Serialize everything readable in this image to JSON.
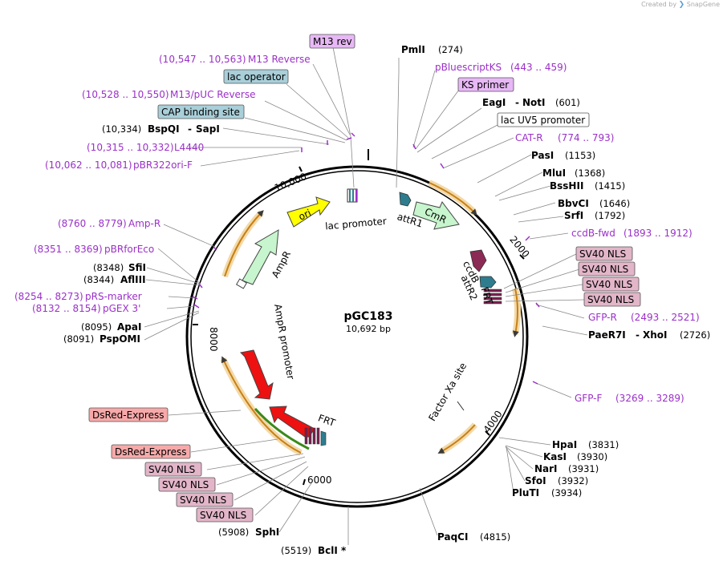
{
  "credit": {
    "prefix": "Created by",
    "brand": "SnapGene"
  },
  "title": "pGC183",
  "length": "10,692 bp",
  "colors": {
    "primer": "#9b30c8",
    "boxed_blue": "#a9cfd9",
    "boxed_purple": "#e7b8f5",
    "boxed_pink": "#e2b5c8",
    "boxed_red": "#f7a9a9",
    "boxed_white": "#ffffff",
    "ori": "#ffff00",
    "resistance": "#c7f5cd",
    "dsred": "#ee1111",
    "ccdb": "#8b2a55",
    "att": "#2d7d8f",
    "frt": "#7a2050",
    "nls": "#e8a33a",
    "green_line": "#3a8a1a"
  },
  "ticks": [
    "2000",
    "4000",
    "6000",
    "8000",
    "10,000"
  ],
  "enzymes": [
    {
      "name": "PmlI",
      "pos": "(274)"
    },
    {
      "name": "EagI",
      "name2": "NotI",
      "pos": "(601)"
    },
    {
      "name": "PasI",
      "pos": "(1153)"
    },
    {
      "name": "MluI",
      "pos": "(1368)"
    },
    {
      "name": "BssHII",
      "pos": "(1415)"
    },
    {
      "name": "BbvCI",
      "pos": "(1646)"
    },
    {
      "name": "SrfI",
      "pos": "(1792)"
    },
    {
      "name": "PaeR7I",
      "name2": "XhoI",
      "pos": "(2726)"
    },
    {
      "name": "HpaI",
      "pos": "(3831)"
    },
    {
      "name": "KasI",
      "pos": "(3930)"
    },
    {
      "name": "NarI",
      "pos": "(3931)"
    },
    {
      "name": "SfoI",
      "pos": "(3932)"
    },
    {
      "name": "PluTI",
      "pos": "(3934)"
    },
    {
      "name": "PaqCI",
      "pos": "(4815)"
    },
    {
      "name": "BclI *",
      "pos": "(5519)"
    },
    {
      "name": "SphI",
      "pos": "(5908)"
    },
    {
      "name": "PspOMI",
      "pos": "(8091)"
    },
    {
      "name": "ApaI",
      "pos": "(8095)"
    },
    {
      "name": "AflIII",
      "pos": "(8344)"
    },
    {
      "name": "SfiI",
      "pos": "(8348)"
    },
    {
      "name": "BspQI",
      "name2": "SapI",
      "pos": "(10,334)"
    }
  ],
  "primers": [
    {
      "name": "pBluescriptKS",
      "pos": "(443 .. 459)"
    },
    {
      "name": "CAT-R",
      "pos": "(774 .. 793)"
    },
    {
      "name": "ccdB-fwd",
      "pos": "(1893 .. 1912)"
    },
    {
      "name": "GFP-R",
      "pos": "(2493 .. 2521)"
    },
    {
      "name": "GFP-F",
      "pos": "(3269 .. 3289)"
    },
    {
      "name": "pGEX 3'",
      "pos": "(8132 .. 8154)"
    },
    {
      "name": "pRS-marker",
      "pos": "(8254 .. 8273)"
    },
    {
      "name": "pBRforEco",
      "pos": "(8351 .. 8369)"
    },
    {
      "name": "Amp-R",
      "pos": "(8760 .. 8779)"
    },
    {
      "name": "pBR322ori-F",
      "pos": "(10,062 .. 10,081)"
    },
    {
      "name": "L4440",
      "pos": "(10,315 .. 10,332)"
    },
    {
      "name": "M13/pUC Reverse",
      "pos": "(10,528 .. 10,550)"
    },
    {
      "name": "M13 Reverse",
      "pos": "(10,547 .. 10,563)"
    }
  ],
  "boxed": [
    {
      "name": "M13 rev"
    },
    {
      "name": "KS primer"
    },
    {
      "name": "lac UV5 promoter"
    },
    {
      "name": "lac operator"
    },
    {
      "name": "CAP binding site"
    },
    {
      "name": "SV40 NLS"
    },
    {
      "name": "SV40 NLS"
    },
    {
      "name": "SV40 NLS"
    },
    {
      "name": "SV40 NLS"
    },
    {
      "name": "DsRed-Express"
    },
    {
      "name": "DsRed-Express"
    },
    {
      "name": "SV40 NLS"
    },
    {
      "name": "SV40 NLS"
    },
    {
      "name": "SV40 NLS"
    },
    {
      "name": "SV40 NLS"
    }
  ],
  "inner_labels": {
    "lac_promoter": "lac promoter",
    "attR1": "attR1",
    "CmR": "CmR",
    "ori": "ori",
    "ccdB": "ccdB",
    "attR2": "attR2",
    "FRT_top": "FRT",
    "AmpR": "AmpR",
    "AmpR_promoter": "AmpR promoter",
    "Factor_Xa": "Factor Xa site",
    "FRT_bottom": "FRT"
  }
}
